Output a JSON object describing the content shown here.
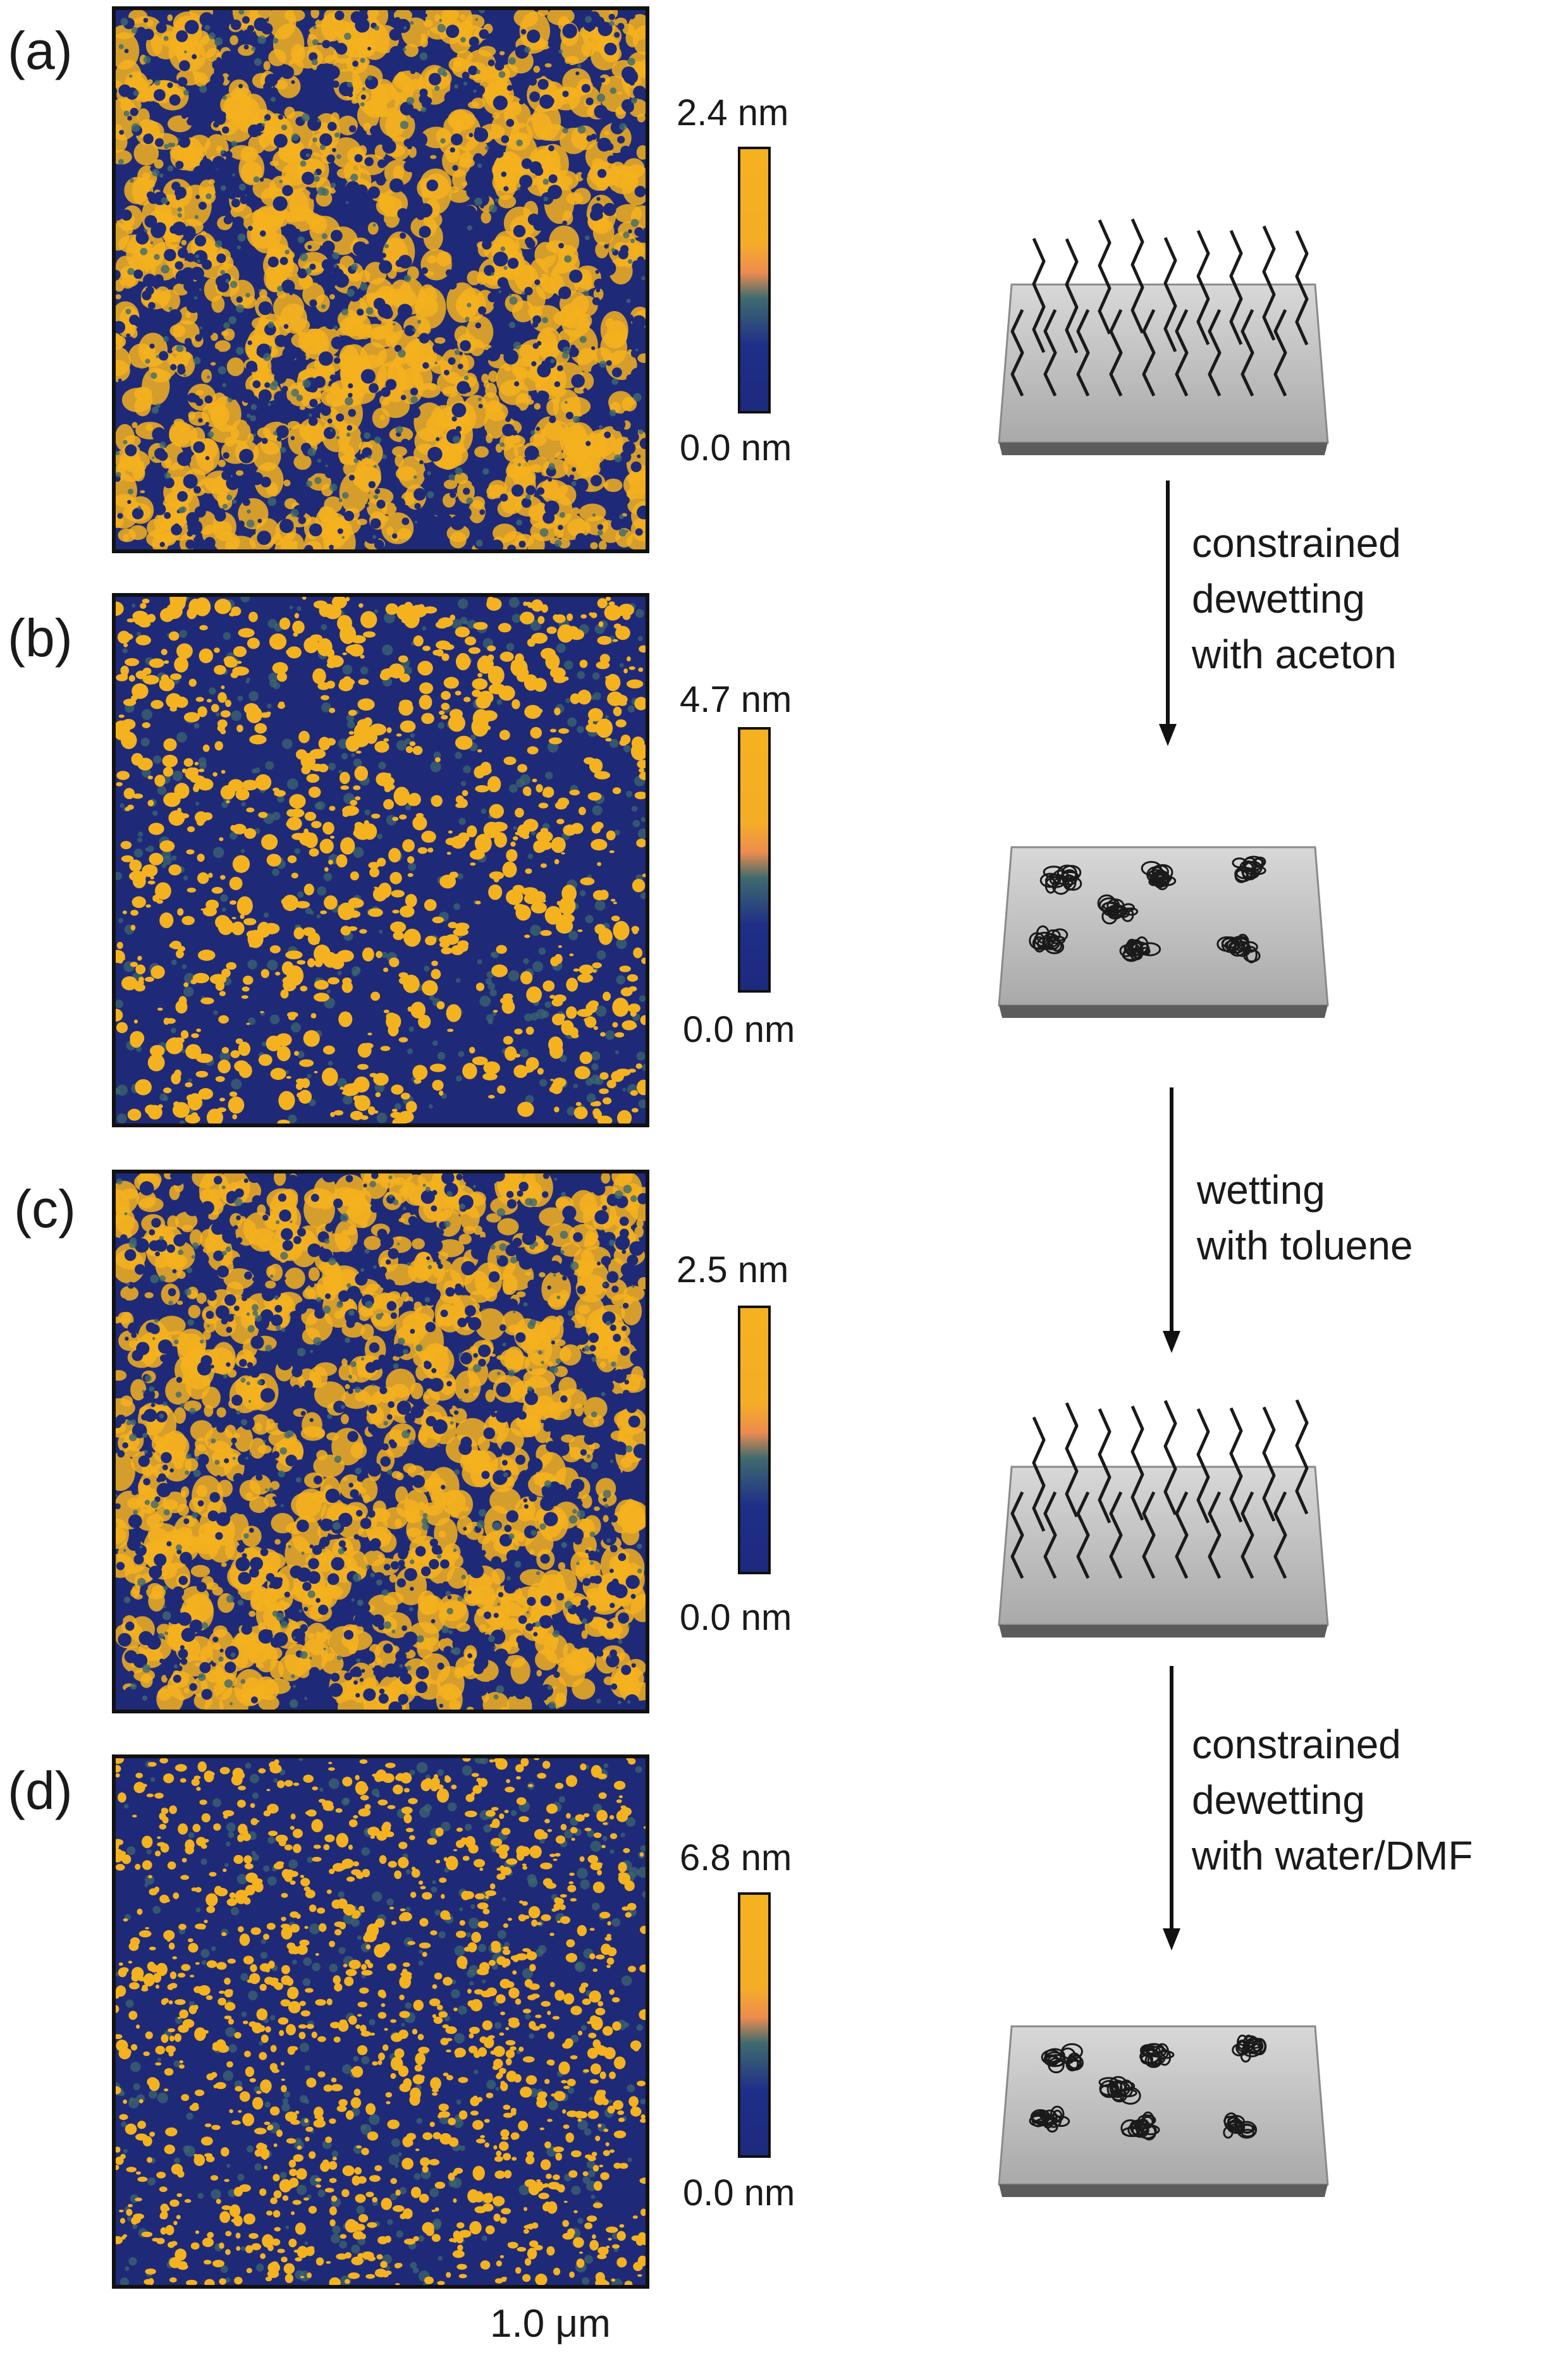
{
  "panels": [
    {
      "label": "(a)",
      "scale_max": "2.4 nm",
      "scale_min": "0.0 nm",
      "surface": "brush"
    },
    {
      "label": "(b)",
      "scale_max": "4.7 nm",
      "scale_min": "0.0 nm",
      "surface": "dewetted"
    },
    {
      "label": "(c)",
      "scale_max": "2.5 nm",
      "scale_min": "0.0 nm",
      "surface": "brush"
    },
    {
      "label": "(d)",
      "scale_max": "6.8 nm",
      "scale_min": "0.0 nm",
      "surface": "dewetted"
    }
  ],
  "steps": [
    {
      "lines": [
        "constrained",
        "dewetting",
        "with aceton"
      ]
    },
    {
      "lines": [
        "wetting",
        "with toluene"
      ]
    },
    {
      "lines": [
        "constrained",
        "dewetting",
        "with water/DMF"
      ]
    }
  ],
  "scale_bar": {
    "label": "1.0 μm"
  },
  "colors": {
    "afm_low": "#1e2a78",
    "afm_mid": "#3f6a6e",
    "afm_high": "#f5b21f",
    "substrate": "#b5b5b5",
    "polymer": "#1a1a1a"
  }
}
